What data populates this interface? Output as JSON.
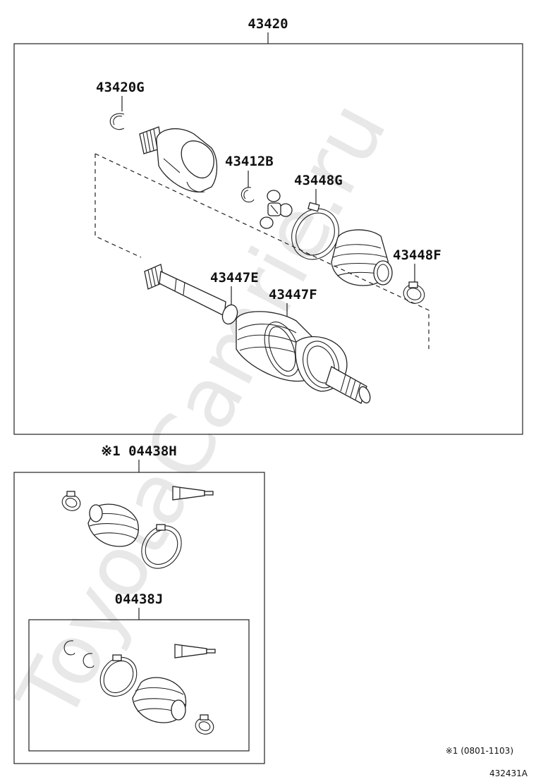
{
  "watermark": "ToyotaCamrie.ru",
  "labels": {
    "main_assembly": "43420",
    "inboard_joint": "43420G",
    "snap_ring": "43412B",
    "boot_clamp_large": "43448G",
    "boot_clamp_small": "43448F",
    "outboard_clamp": "43447E",
    "outboard_boot_clamp": "43447F",
    "kit_h": "※1 04438H",
    "kit_j": "04438J",
    "footnote": "※1 (0801-1103)",
    "figure_id": "432431A"
  }
}
